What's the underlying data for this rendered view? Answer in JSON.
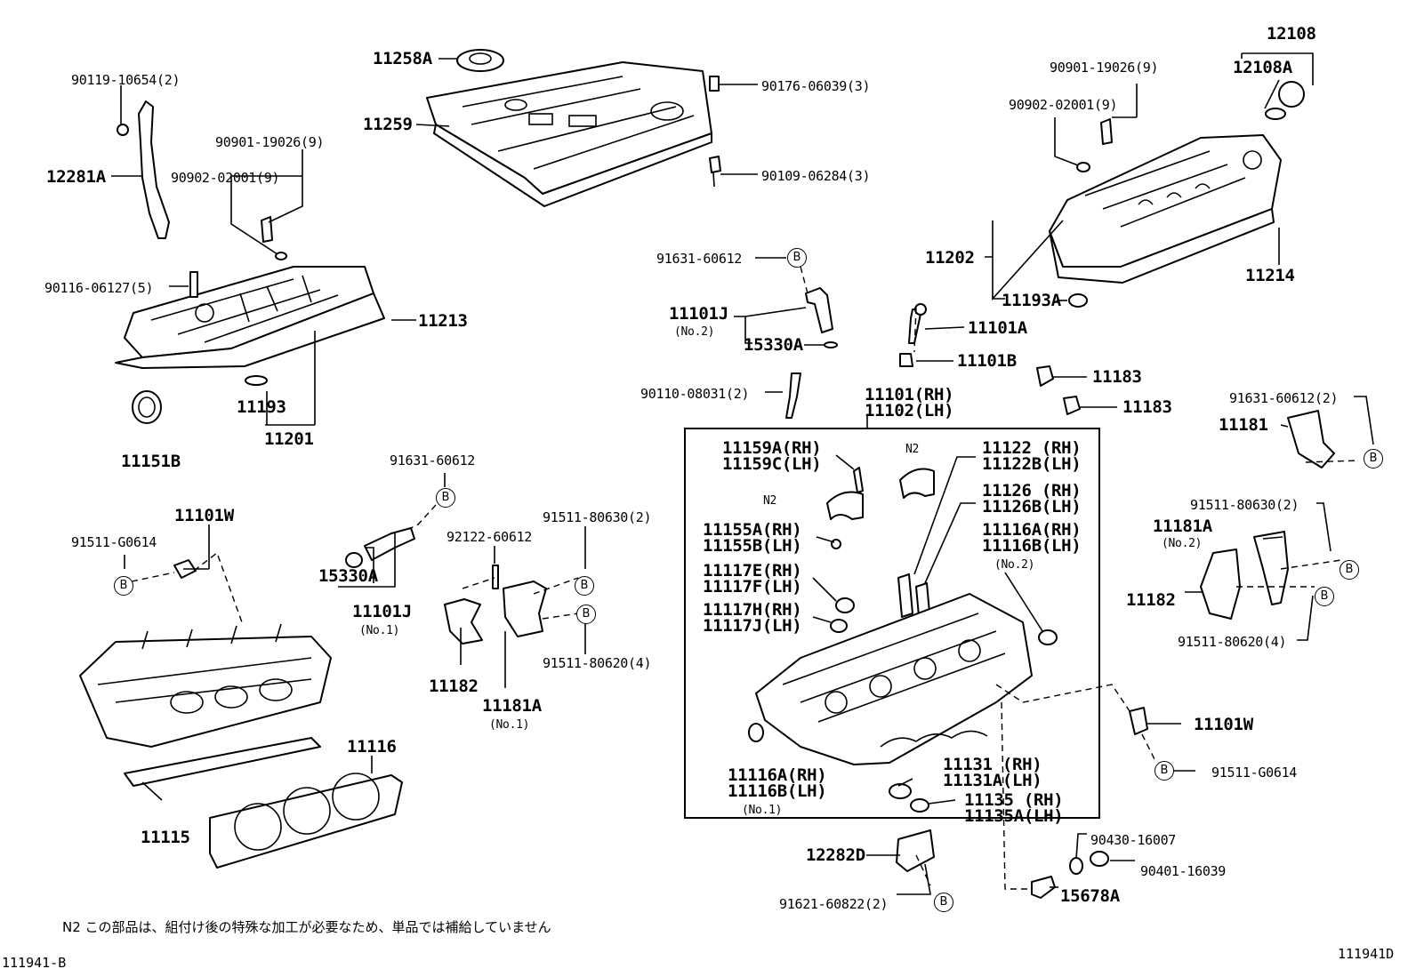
{
  "diagram": {
    "labels": {
      "l_11258A": "11258A",
      "l_11259": "11259",
      "l_90176": "90176-06039(3)",
      "l_90109": "90109-06284(3)",
      "l_90119": "90119-10654(2)",
      "l_12281A": "12281A",
      "l_90901L": "90901-19026(9)",
      "l_90902L": "90902-02001(9)",
      "l_90116": "90116-06127(5)",
      "l_11213": "11213",
      "l_11193": "11193",
      "l_11201": "11201",
      "l_11151B": "11151B",
      "l_90901R": "90901-19026(9)",
      "l_90902R": "90902-02001(9)",
      "l_12108": "12108",
      "l_12108A": "12108A",
      "l_11202": "11202",
      "l_11214": "11214",
      "l_11193A": "11193A",
      "l_91631T": "91631-60612",
      "l_11101J2": "11101J",
      "l_no2a": "(No.2)",
      "l_15330AT": "15330A",
      "l_90110": "90110-08031(2)",
      "l_11101A": "11101A",
      "l_11101B": "11101B",
      "l_11183a": "11183",
      "l_11183b": "11183",
      "l_11101RH": "11101(RH)",
      "l_11102LH": "11102(LH)",
      "l_91631R": "91631-60612(2)",
      "l_11181": "11181",
      "l_11159A": "11159A(RH)",
      "l_11159C": "11159C(LH)",
      "l_N2a": "N2",
      "l_N2b": "N2",
      "l_11122": "11122 (RH)",
      "l_11122B": "11122B(LH)",
      "l_11126": "11126 (RH)",
      "l_11126B": "11126B(LH)",
      "l_11155A": "11155A(RH)",
      "l_11155B": "11155B(LH)",
      "l_11116A2": "11116A(RH)",
      "l_11116B2": "11116B(LH)",
      "l_no2b": "(No.2)",
      "l_11117E": "11117E(RH)",
      "l_11117F": "11117F(LH)",
      "l_11117H": "11117H(RH)",
      "l_11117J": "11117J(LH)",
      "l_11116A1": "11116A(RH)",
      "l_11116B1": "11116B(LH)",
      "l_no1c": "(No.1)",
      "l_11131": "11131 (RH)",
      "l_11131A": "11131A(LH)",
      "l_11135": "11135 (RH)",
      "l_11135A": "11135A(LH)",
      "l_91511R1": "91511-80630(2)",
      "l_11181AR": "11181A",
      "l_no2c": "(No.2)",
      "l_11182R": "11182",
      "l_91511R2": "91511-80620(4)",
      "l_11101WR": "11101W",
      "l_91511G_R": "91511-G0614",
      "l_91631M": "91631-60612",
      "l_11101WL": "11101W",
      "l_91511G_L": "91511-G0614",
      "l_15330AM": "15330A",
      "l_11101J1": "11101J",
      "l_no1a": "(No.1)",
      "l_92122": "92122-60612",
      "l_91511M1": "91511-80630(2)",
      "l_91511M2": "91511-80620(4)",
      "l_11182M": "11182",
      "l_11181AM": "11181A",
      "l_no1b": "(No.1)",
      "l_11116": "11116",
      "l_11115": "11115",
      "l_12282D": "12282D",
      "l_91621": "91621-60822(2)",
      "l_90430": "90430-16007",
      "l_90401": "90401-16039",
      "l_15678A": "15678A"
    },
    "circle_marker": "B",
    "note": "N2 この部品は、組付け後の特殊な加工が必要なため、単品では補給していません",
    "code_left": "111941-B",
    "code_right": "111941D"
  }
}
